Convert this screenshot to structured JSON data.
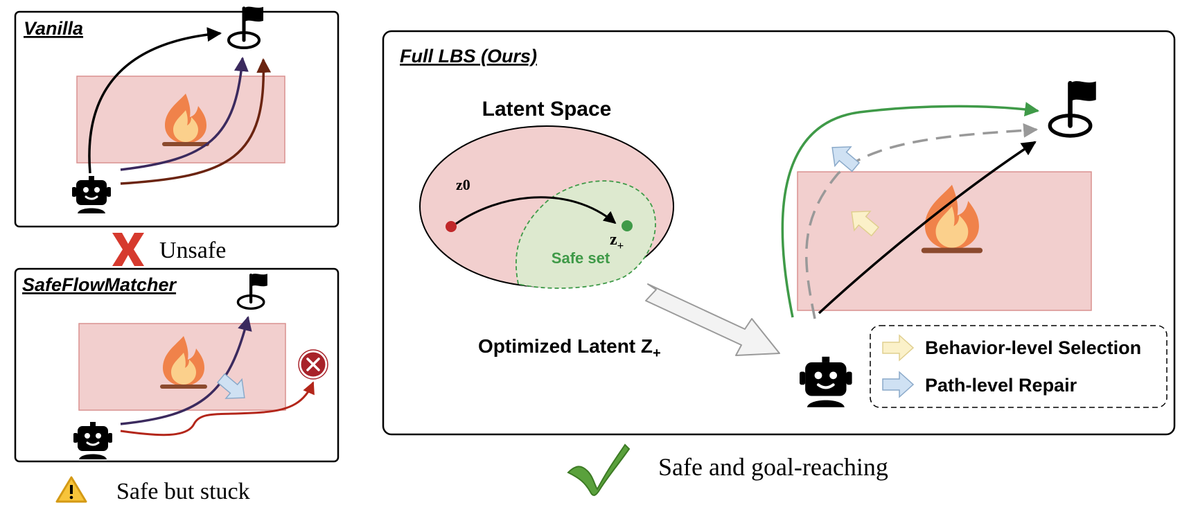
{
  "panels": {
    "vanilla": {
      "title": "Vanilla",
      "verdict": "Unsafe"
    },
    "safeflow": {
      "title": "SafeFlowMatcher",
      "verdict": "Safe but stuck"
    },
    "full": {
      "title": "Full LBS (Ours)",
      "latent_title": "Latent Space",
      "z0_label": "z0",
      "zplus_label": "z",
      "zplus_sub": "+",
      "safe_set_label": "Safe set",
      "optimized_label": "Optimized Latent Z",
      "optimized_sub": "+",
      "verdict": "Safe and goal-reaching",
      "legend": {
        "behavior": "Behavior-level Selection",
        "path": "Path-level Repair"
      }
    }
  },
  "colors": {
    "hazard_fill": "#f2cfce",
    "hazard_stroke": "#d9918f",
    "safe_green": "#3f9a48",
    "fail_red": "#b3262a",
    "purple_path": "#3b2a5e",
    "brown_path": "#6b2410",
    "red_path": "#b3261a",
    "yellow_arrow": "#fbf1c9",
    "blue_arrow": "#cfe1f3"
  },
  "icons": [
    "flag-goal-icon",
    "fire-icon",
    "robot-icon",
    "x-mark-icon",
    "warning-icon",
    "checkmark-icon",
    "fail-marker-icon"
  ]
}
